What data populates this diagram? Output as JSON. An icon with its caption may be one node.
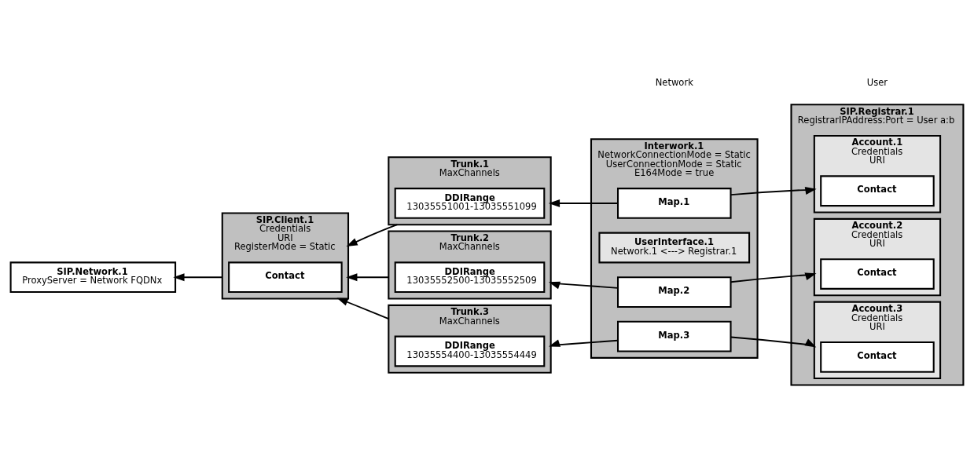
{
  "diagram": {
    "nodes": [
      {
        "text": [
          "SIP.Client.1",
          "Credentials",
          "URI",
          "RegisterMode = Static"
        ]
      },
      {
        "text": [
          "Contact"
        ],
        "in": 0
      },
      {
        "text": [
          "SIP.Network.1",
          "ProxyServer = Network FQDNx"
        ]
      },
      {
        "text": [
          "Trunk.1",
          "MaxChannels"
        ]
      },
      {
        "text": [
          "DDIRange",
          "13035551001-13035551099"
        ],
        "in": 3
      },
      {
        "text": [
          "Trunk.2",
          "MaxChannels"
        ]
      },
      {
        "text": [
          "DDIRange",
          "13035552500-13035552509"
        ],
        "in": 5
      },
      {
        "text": [
          "Trunk.3",
          "MaxChannels"
        ]
      },
      {
        "text": [
          "DDIRange",
          "13035554400-13035554449"
        ],
        "in": 7
      },
      {
        "text": [
          "Interwork.1",
          "NetworkConnectionMode = Static",
          "UserConnectionMode = Static",
          "E164Mode = true"
        ]
      },
      {
        "text": [
          "Map.1"
        ],
        "in": 9
      },
      {
        "text": [
          "Map.2"
        ],
        "in": 9
      },
      {
        "text": [
          "Map.3"
        ],
        "in": 9
      },
      {
        "text": [
          "UserInterface.1",
          "Network.1 <---> Registrar.1"
        ],
        "in": 9
      },
      {
        "text": [
          "SIP.Registrar.1",
          "RegistrarIPAddress:Port = User a:b"
        ]
      },
      {
        "text": [
          "Account.1",
          "Credentials",
          "URI"
        ],
        "in": 14
      },
      {
        "text": [
          "Contact"
        ],
        "in": 15
      },
      {
        "text": [
          "Account.2",
          "Credentials",
          "URI"
        ],
        "in": 14
      },
      {
        "text": [
          "Contact"
        ],
        "in": 17
      },
      {
        "text": [
          "Account.3",
          "Credentials",
          "URI"
        ],
        "in": 14
      },
      {
        "text": [
          "Contact"
        ],
        "in": 19
      }
    ],
    "edges": [
      {
        "from": 3,
        "to": 0,
        "arrow": "to"
      },
      {
        "from": 5,
        "to": 0,
        "arrow": "to"
      },
      {
        "from": 7,
        "to": 0,
        "arrow": "to"
      },
      {
        "from": 0,
        "to": 2,
        "arrow": "to"
      },
      {
        "from": 10,
        "to": 3,
        "arrow": "to"
      },
      {
        "from": 11,
        "to": 5,
        "arrow": "to"
      },
      {
        "from": 12,
        "to": 7,
        "arrow": "to"
      },
      {
        "from": 10,
        "to": 15,
        "arrow": "to"
      },
      {
        "from": 11,
        "to": 17,
        "arrow": "to"
      },
      {
        "from": 12,
        "to": 19,
        "arrow": "to"
      }
    ],
    "labels": [
      "Network",
      "User"
    ]
  }
}
